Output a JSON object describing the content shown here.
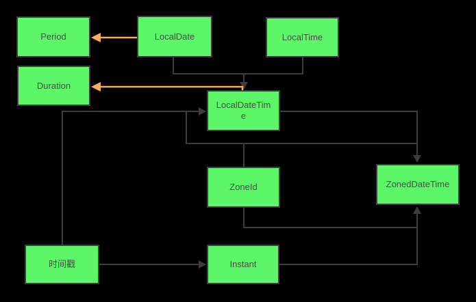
{
  "colors": {
    "background": "#000000",
    "node_fill": "#5ef669",
    "node_border": "#3d3d3d",
    "connector": "#3d3d3d",
    "highlight_arrow": "#f7ae5c",
    "label_text": "#4a4a4a"
  },
  "nodes": {
    "period": {
      "label": "Period"
    },
    "localdate": {
      "label": "LocalDate"
    },
    "localtime": {
      "label": "LocalTime"
    },
    "duration": {
      "label": "Duration"
    },
    "localdatetime": {
      "label": "LocalDateTime"
    },
    "zoneid": {
      "label": "ZoneId"
    },
    "zoneddatetime": {
      "label": "ZonedDateTime"
    },
    "timestamp": {
      "label": "时间戳"
    },
    "instant": {
      "label": "Instant"
    }
  },
  "edges": [
    {
      "from": "LocalDate",
      "to": "Period",
      "style": "highlight"
    },
    {
      "from": "LocalDateTime",
      "to": "Duration",
      "style": "highlight"
    },
    {
      "from": "LocalDate",
      "to": "LocalDateTime",
      "style": "normal"
    },
    {
      "from": "LocalTime",
      "to": "LocalDateTime",
      "style": "normal"
    },
    {
      "from": "时间戳",
      "to": "LocalDateTime",
      "style": "normal"
    },
    {
      "from": "LocalDateTime",
      "to": "ZonedDateTime",
      "style": "normal"
    },
    {
      "from": "ZoneId",
      "to": "ZonedDateTime",
      "style": "normal"
    },
    {
      "from": "时间戳",
      "to": "Instant",
      "style": "normal"
    },
    {
      "from": "Instant",
      "to": "ZonedDateTime",
      "style": "normal"
    }
  ]
}
